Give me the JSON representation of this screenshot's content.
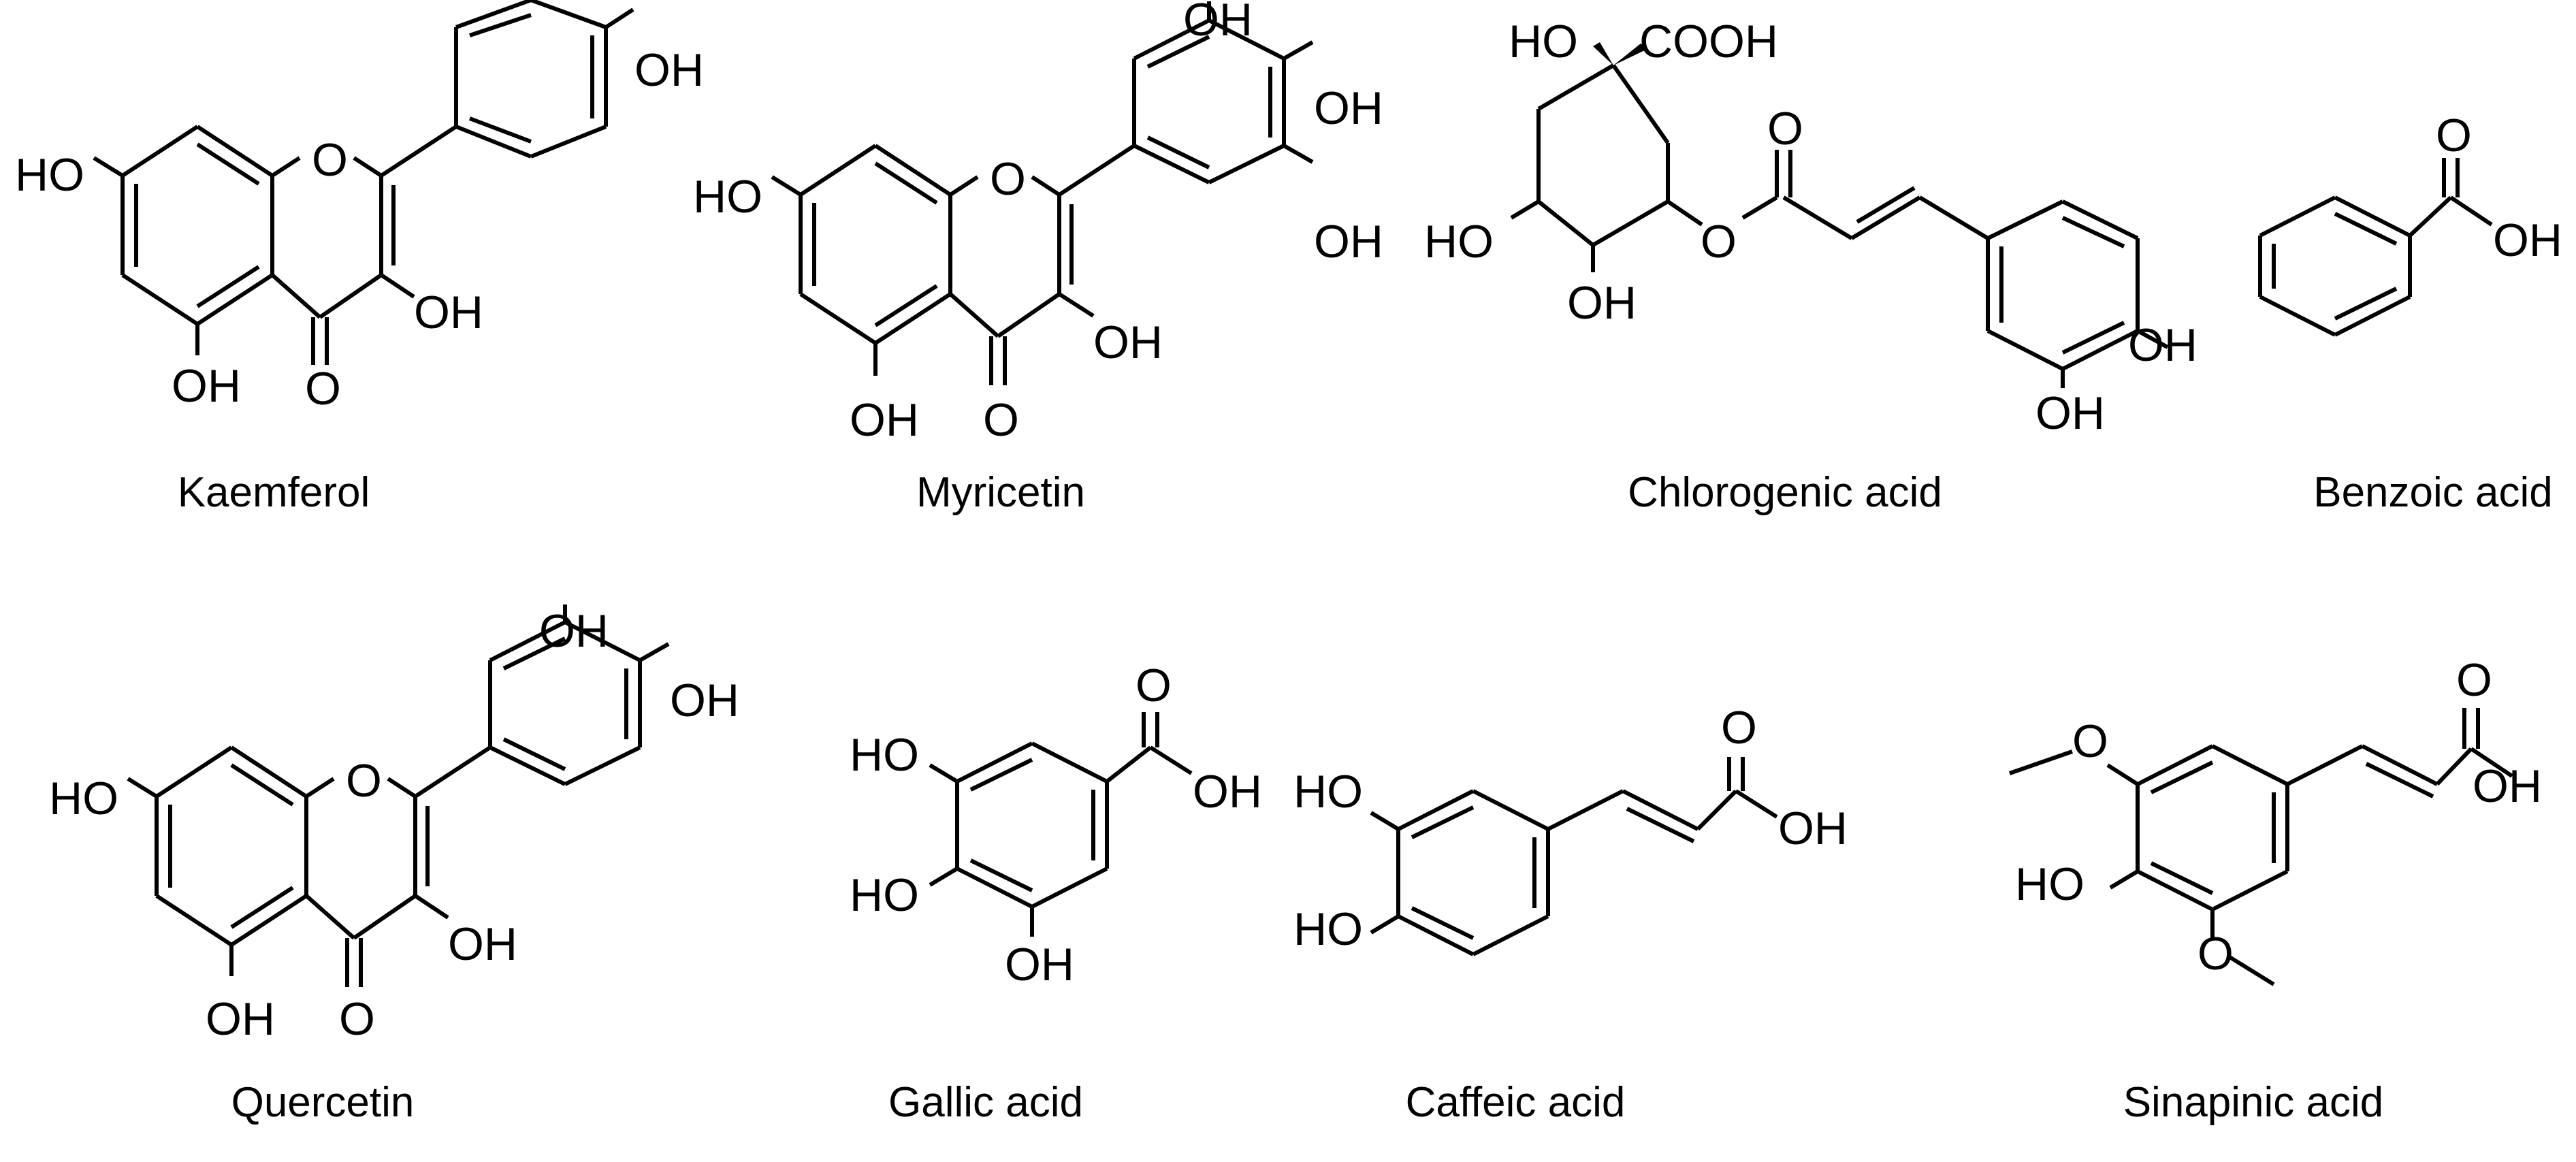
{
  "figure": {
    "compounds": [
      {
        "id": "kaempferol",
        "name": "Kaemferol",
        "atoms": [
          "HO",
          "O",
          "OH",
          "OH",
          "OH",
          "O"
        ]
      },
      {
        "id": "myricetin",
        "name": "Myricetin",
        "atoms": [
          "HO",
          "O",
          "OH",
          "OH",
          "OH",
          "OH",
          "OH",
          "O"
        ]
      },
      {
        "id": "chlorogenic-acid",
        "name": "Chlorogenic acid",
        "atoms": [
          "HO",
          "COOH",
          "HO",
          "OH",
          "O",
          "O",
          "OH",
          "OH"
        ]
      },
      {
        "id": "benzoic-acid",
        "name": "Benzoic acid",
        "atoms": [
          "O",
          "OH"
        ]
      },
      {
        "id": "quercetin",
        "name": "Quercetin",
        "atoms": [
          "HO",
          "O",
          "OH",
          "OH",
          "OH",
          "OH",
          "O"
        ]
      },
      {
        "id": "gallic-acid",
        "name": "Gallic acid",
        "atoms": [
          "HO",
          "HO",
          "OH",
          "O",
          "OH"
        ]
      },
      {
        "id": "caffeic-acid",
        "name": "Caffeic acid",
        "atoms": [
          "HO",
          "HO",
          "O",
          "OH"
        ]
      },
      {
        "id": "sinapinic-acid",
        "name": "Sinapinic acid",
        "atoms": [
          "O",
          "HO",
          "O",
          "O",
          "OH"
        ]
      }
    ]
  }
}
